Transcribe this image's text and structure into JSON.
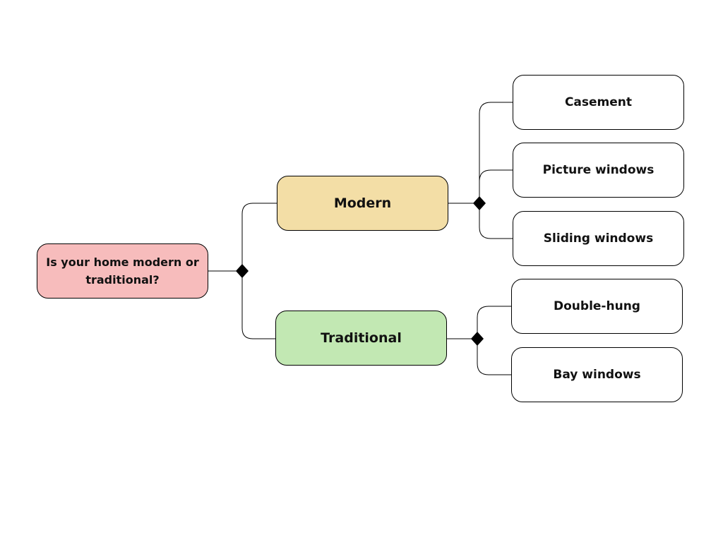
{
  "root": {
    "label": "Is your home modern or traditional?",
    "fill": "#f7bcbc"
  },
  "branches": [
    {
      "label": "Modern",
      "fill": "#f3dea6",
      "options": [
        "Casement",
        "Picture windows",
        "Sliding windows"
      ]
    },
    {
      "label": "Traditional",
      "fill": "#c2e8b3",
      "options": [
        "Double-hung",
        "Bay windows"
      ]
    }
  ],
  "colors": {
    "outline": "#000000",
    "leaf_fill": "#ffffff"
  }
}
